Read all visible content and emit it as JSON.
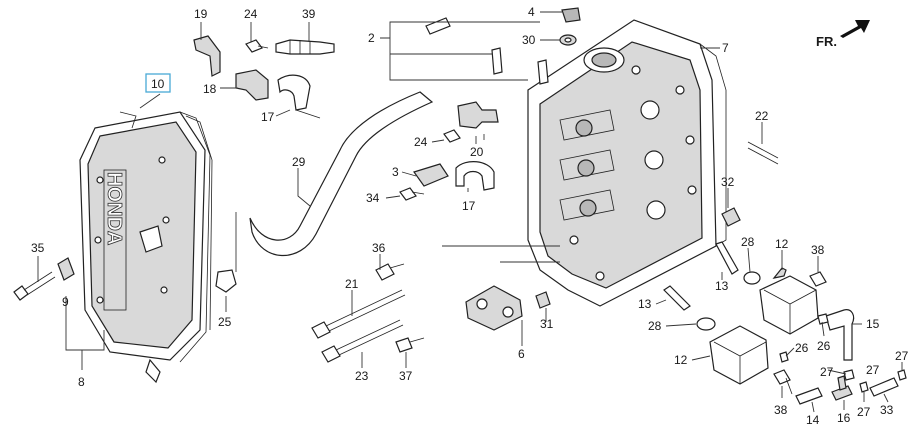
{
  "diagram": {
    "brand_mark": "HONDA",
    "orientation_label": "FR.",
    "highlighted_callout": "10",
    "highlight_color": "#49a9d6",
    "callouts": {
      "c19": "19",
      "c24a": "24",
      "c39": "39",
      "c18": "18",
      "c17a": "17",
      "c10": "10",
      "c35": "35",
      "c9": "9",
      "c8": "8",
      "c25": "25",
      "c29": "29",
      "c2": "2",
      "c4": "4",
      "c30": "30",
      "c7": "7",
      "c24b": "24",
      "c20": "20",
      "c3": "3",
      "c34": "34",
      "c17b": "17",
      "c36": "36",
      "c21": "21",
      "c23": "23",
      "c37": "37",
      "c6": "6",
      "c31": "31",
      "c22": "22",
      "c32": "32",
      "c28a": "28",
      "c13a": "13",
      "c12a": "12",
      "c38a": "38",
      "c13b": "13",
      "c28b": "28",
      "c15": "15",
      "c26a": "26",
      "c12b": "12",
      "c26b": "26",
      "c27a": "27",
      "c27b": "27",
      "c27c": "27",
      "c38b": "38",
      "c14": "14",
      "c16": "16",
      "c33": "33"
    }
  }
}
